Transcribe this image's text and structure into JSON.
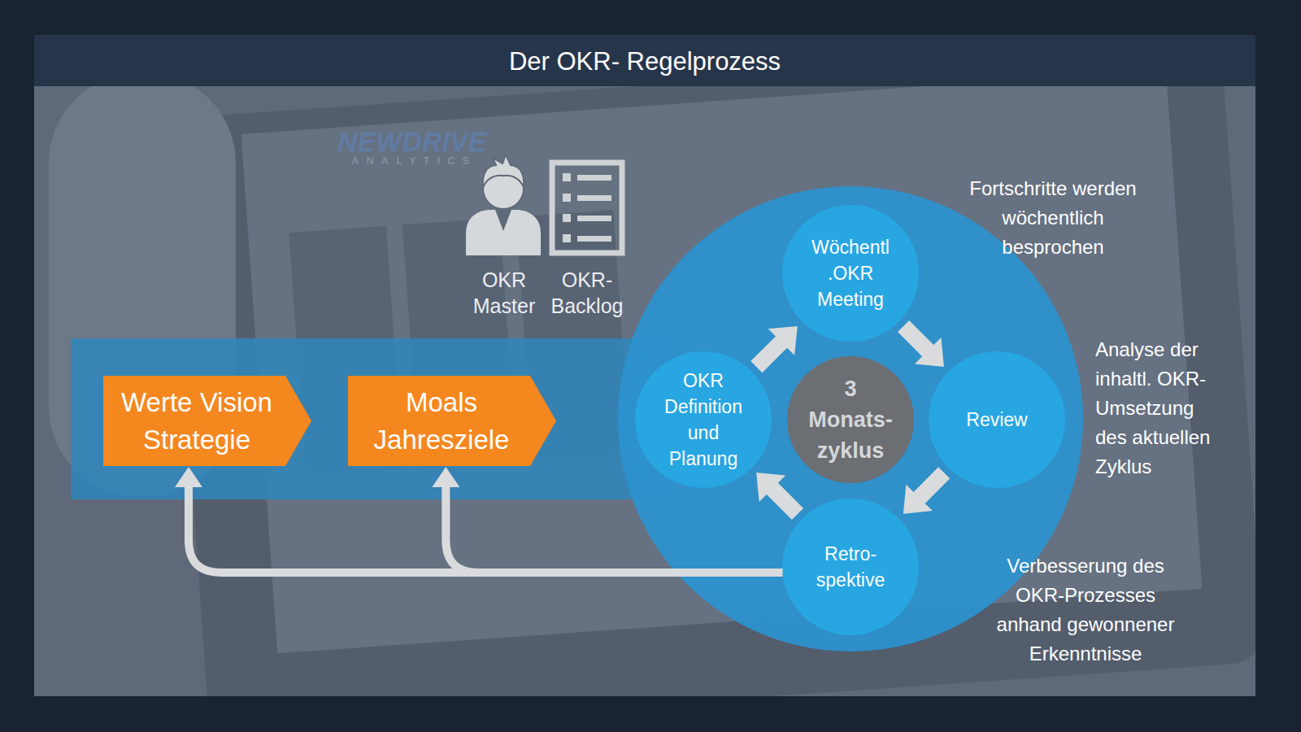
{
  "diagram": {
    "title": "Der OKR- Regelprozess",
    "nodes": [
      {
        "text": [
          "Werte Vision Strategie"
        ]
      },
      {
        "text": [
          "Moals Jahresziele"
        ]
      },
      {
        "text": [
          "Wöchentl .OKR Meeting"
        ]
      },
      {
        "text": [
          "OKR Definition und Planung"
        ]
      },
      {
        "text": [
          "3 Monats- zyklus"
        ]
      },
      {
        "text": [
          "Review"
        ]
      },
      {
        "text": [
          "Retro- spektive"
        ]
      }
    ],
    "edges": [
      {
        "from": 3,
        "to": 2,
        "arrow": "to"
      },
      {
        "from": 2,
        "to": 5,
        "arrow": "to"
      },
      {
        "from": 5,
        "to": 6,
        "arrow": "to"
      },
      {
        "from": 6,
        "to": 3,
        "arrow": "to"
      },
      {
        "from": 6,
        "to": 1,
        "arrow": "to"
      },
      {
        "from": 6,
        "to": 0,
        "arrow": "to"
      }
    ],
    "labels": [
      "OKR Master",
      "OKR- Backlog",
      "Fortschritte werden wöchentlich besprochen",
      "Analyse der inhaltl. OKR- Umsetzung des aktuellen Zyklus",
      "Verbesserung des OKR-Prozesses anhand gewonnener Erkenntnisse",
      "NEWDRIVE",
      "ANALYTICS"
    ]
  }
}
